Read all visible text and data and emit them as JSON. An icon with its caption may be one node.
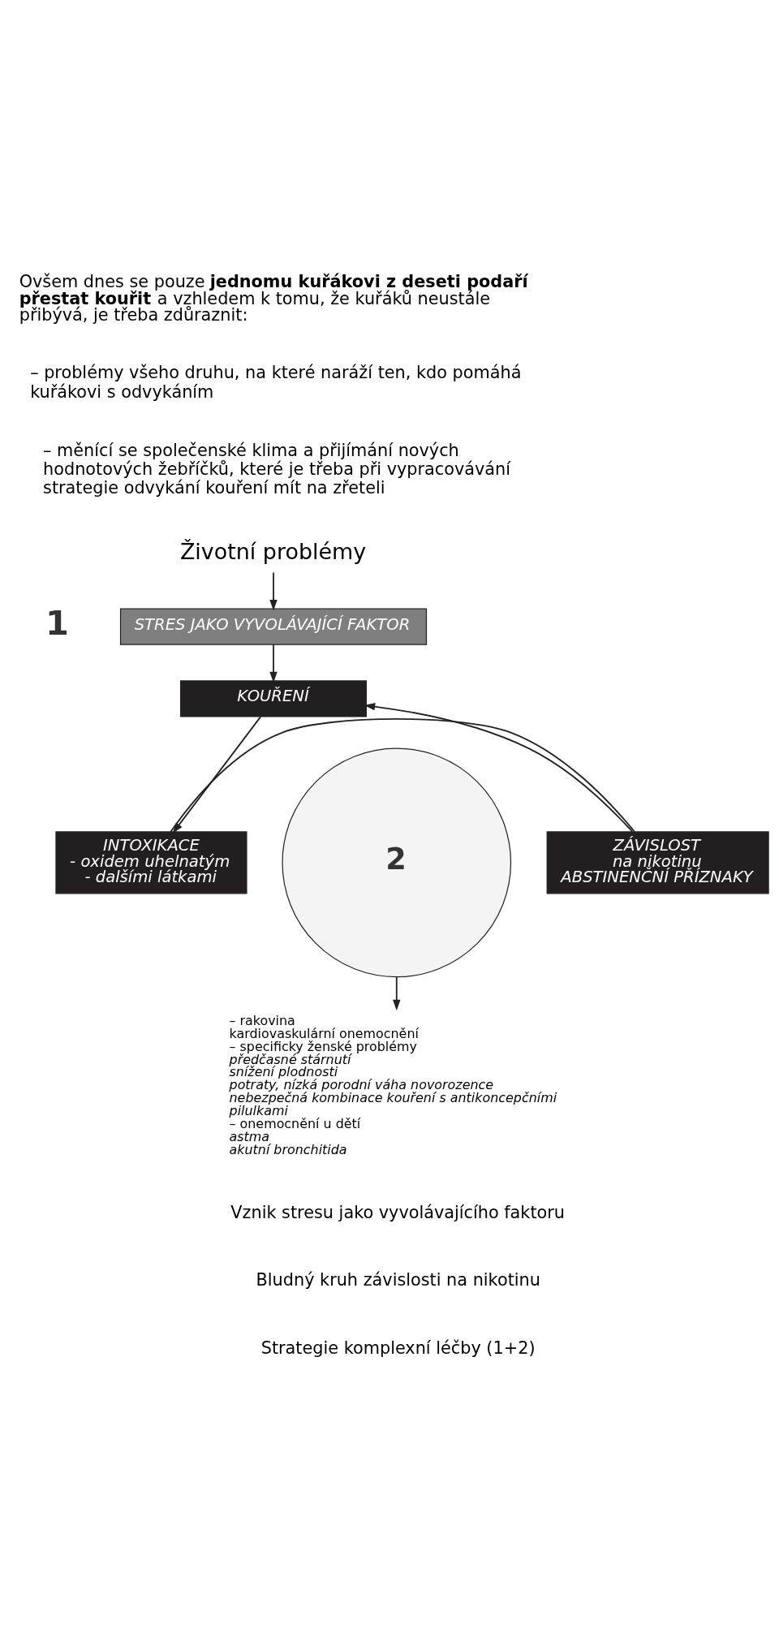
{
  "diagram": {
    "nodes": [
      {
        "text": [
          "Životní problémy"
        ]
      },
      {
        "text": [
          "STRES JAKO VYVOLÁVAJÍCÍ FAKTOR"
        ],
        "beside": [
          "1"
        ]
      },
      {
        "text": [
          "KOUŘENÍ"
        ]
      },
      {
        "text": [
          "2"
        ]
      },
      {
        "text": [
          "INTOXIKACE",
          "- oxidem uhelnatým",
          "- dalšími látkami"
        ]
      },
      {
        "text": [
          "ZÁVISLOST",
          "na nikotinu",
          "ABSTINENČNÍ PŘÍZNAKY"
        ]
      },
      {
        "text": [
          "– rakovina",
          "kardiovaskulární onemocnění",
          "– specificky ženské problémy",
          "předčasné stárnutí",
          "snížení plodnosti",
          "potraty, nízká porodní váha novorozence",
          "nebezpečná kombinace kouření s antikoncepčními pilulkami",
          "– onemocnění u dětí",
          "astma",
          "akutní bronchitida"
        ]
      }
    ],
    "edges": [
      {
        "from": 0,
        "to": 1,
        "arrow": "to"
      },
      {
        "from": 1,
        "to": 2,
        "arrow": "to"
      },
      {
        "from": 2,
        "to": 4,
        "arrow": "to"
      },
      {
        "from": 4,
        "to": 5,
        "arrow": "none"
      },
      {
        "from": 5,
        "to": 2,
        "arrow": "to"
      },
      {
        "from": 3,
        "to": 6,
        "arrow": "to"
      }
    ],
    "labels": [
      "Ovšem dnes se pouze **jednomu kuřákovi z deseti podaří přestat kouřit** a vzhledem k tomu, že kuřáků neustále přibývá, je třeba zdůraznit:",
      "– problémy všeho druhu, na které naráží ten, kdo pomáhá kuřákovi s odvykáním",
      "– měnící se společenské klima a přijímání nových hodnotových žebříčků, které je třeba při vypracovávání strategie odvykání kouření mít na zřeteli",
      "Vznik stresu jako vyvolávajícího faktoru",
      "Bludný kruh závislosti na nikotinu",
      "Strategie komplexní léčby (1+2)"
    ]
  }
}
